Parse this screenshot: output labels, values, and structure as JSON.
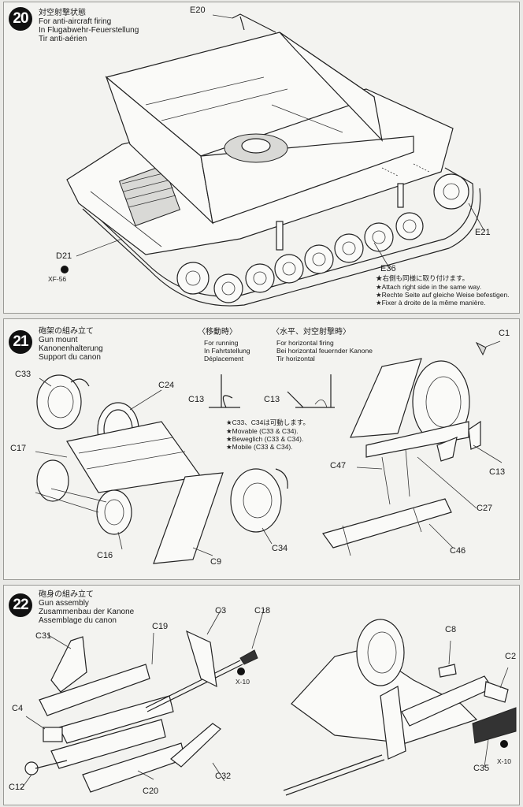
{
  "step20": {
    "number": "20",
    "title_jp": "対空射撃状態",
    "title_en": "For anti-aircraft firing",
    "title_de": "In Flugabwehr-Feuerstellung",
    "title_fr": "Tir anti-aérien",
    "labels": {
      "e20": "E20",
      "d21": "D21",
      "paint": "XF-56",
      "e21": "E21",
      "e36": "E36"
    },
    "note_jp": "★右側も同様に取り付けます。",
    "note_en": "★Attach right side in the same way.",
    "note_de": "★Rechte Seite auf gleiche Weise befestigen.",
    "note_fr": "★Fixer à droite de la même manière."
  },
  "step21": {
    "number": "21",
    "title_jp": "砲架の組み立て",
    "title_en": "Gun mount",
    "title_de": "Kanonenhalterung",
    "title_fr": "Support du canon",
    "running_jp": "〈移動時〉",
    "running_en": "For running",
    "running_de": "In Fahrtstellung",
    "running_fr": "Déplacement",
    "horizontal_jp": "〈水平、対空射撃時〉",
    "horizontal_en": "For horizontal firing",
    "horizontal_de": "Bei horizontal feuernder Kanone",
    "horizontal_fr": "Tir horizontal",
    "movable_jp": "★C33、C34は可動します。",
    "movable_en": "★Movable (C33 & C34).",
    "movable_de": "★Beweglich (C33 & C34).",
    "movable_fr": "★Mobile (C33 & C34).",
    "labels": {
      "c33": "C33",
      "c24": "C24",
      "c17": "C17",
      "c16": "C16",
      "c9": "C9",
      "c34": "C34",
      "c13a": "C13",
      "c13b": "C13",
      "c1": "C1",
      "c47": "C47",
      "c13c": "C13",
      "c27": "C27",
      "c46": "C46"
    }
  },
  "step22": {
    "number": "22",
    "title_jp": "砲身の組み立て",
    "title_en": "Gun assembly",
    "title_de": "Zusammenbau der Kanone",
    "title_fr": "Assemblage du canon",
    "labels": {
      "c3": "C3",
      "c18": "C18",
      "c31": "C31",
      "c19": "C19",
      "c4": "C4",
      "c12": "C12",
      "c20": "C20",
      "c32": "C32",
      "c8": "C8",
      "c2": "C2",
      "c35": "C35",
      "paint1": "X-10",
      "paint2": "X-10"
    }
  }
}
